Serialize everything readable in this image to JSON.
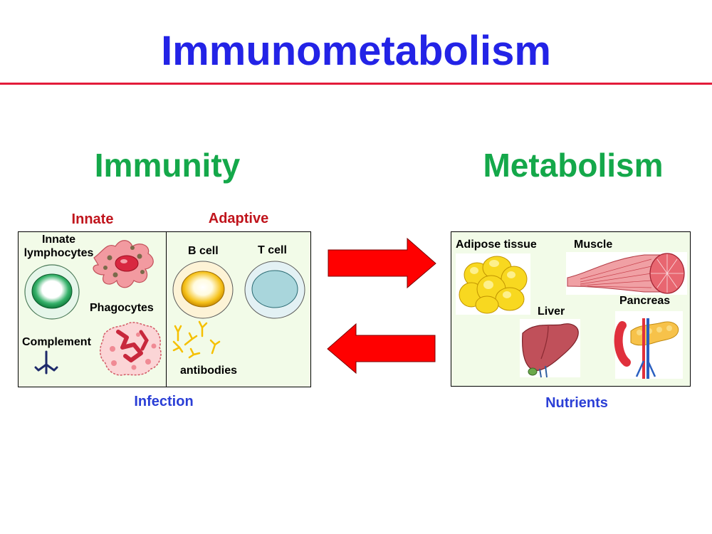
{
  "title": "Immunometabolism",
  "immunity": {
    "heading": "Immunity",
    "innate_label": "Innate",
    "adaptive_label": "Adaptive",
    "innate_lymphocytes": "Innate lymphocytes",
    "phagocytes": "Phagocytes",
    "complement": "Complement",
    "b_cell": "B cell",
    "t_cell": "T cell",
    "antibodies": "antibodies",
    "footer": "Infection"
  },
  "metabolism": {
    "heading": "Metabolism",
    "adipose": "Adipose tissue",
    "muscle": "Muscle",
    "liver": "Liver",
    "pancreas": "Pancreas",
    "footer": "Nutrients"
  },
  "colors": {
    "title": "#2323e6",
    "rule": "#e31b3a",
    "section": "#14a84a",
    "subsection": "#c0141c",
    "footer": "#2b3fd6",
    "arrow": "#ff0000",
    "panel": "#f2fbe8"
  }
}
